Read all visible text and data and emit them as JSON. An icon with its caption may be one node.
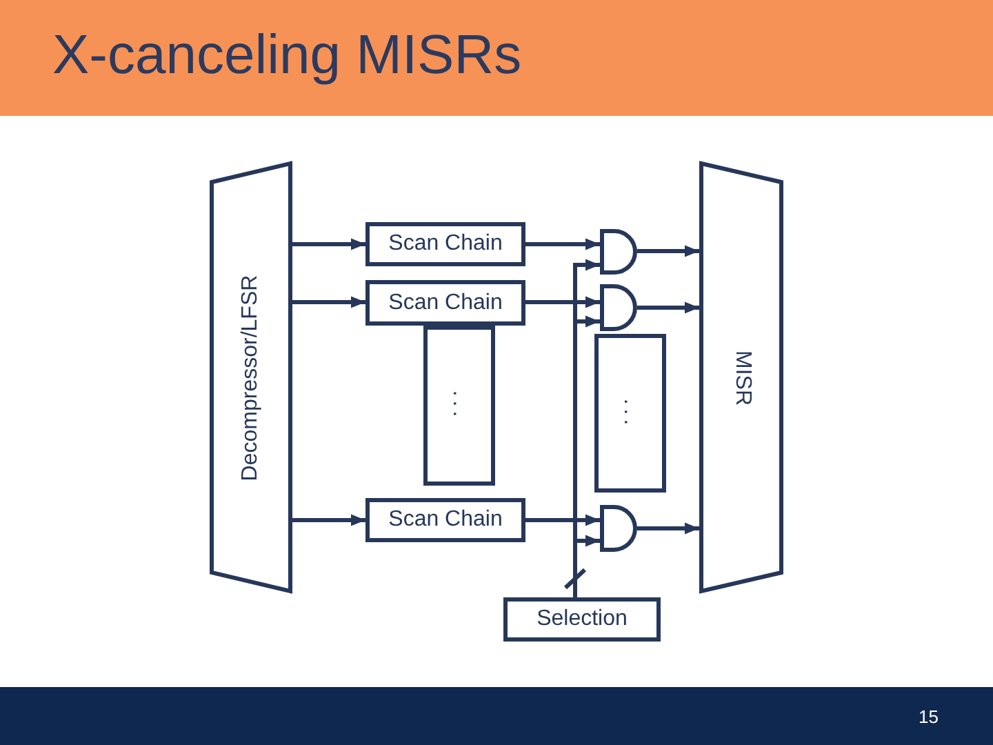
{
  "diagram": {
    "title": "X-canceling MISRs",
    "nodes": [
      {
        "text": [
          "Decompressor/LFSR"
        ]
      },
      {
        "text": [
          "Scan Chain"
        ]
      },
      {
        "text": [
          "Scan Chain"
        ]
      },
      {
        "text": [
          "..."
        ]
      },
      {
        "text": [
          "Scan Chain"
        ]
      },
      {
        "text": [],
        "shape": "gate"
      },
      {
        "text": [],
        "shape": "gate"
      },
      {
        "text": [
          "..."
        ]
      },
      {
        "text": [],
        "shape": "gate"
      },
      {
        "text": [
          "MISR"
        ]
      },
      {
        "text": [
          "Selection"
        ]
      }
    ],
    "edges": [
      {
        "from": 0,
        "to": 1,
        "arrow": "to"
      },
      {
        "from": 0,
        "to": 2,
        "arrow": "to"
      },
      {
        "from": 0,
        "to": 4,
        "arrow": "to"
      },
      {
        "from": 1,
        "to": 5,
        "arrow": "to"
      },
      {
        "from": 2,
        "to": 6,
        "arrow": "to"
      },
      {
        "from": 4,
        "to": 8,
        "arrow": "to"
      },
      {
        "from": 5,
        "to": 9,
        "arrow": "to"
      },
      {
        "from": 6,
        "to": 9,
        "arrow": "to"
      },
      {
        "from": 8,
        "to": 9,
        "arrow": "to"
      },
      {
        "from": 10,
        "to": 5,
        "arrow": "to"
      },
      {
        "from": 10,
        "to": 6,
        "arrow": "to"
      },
      {
        "from": 10,
        "to": 8,
        "arrow": "to"
      }
    ],
    "labels": [
      "15"
    ]
  }
}
